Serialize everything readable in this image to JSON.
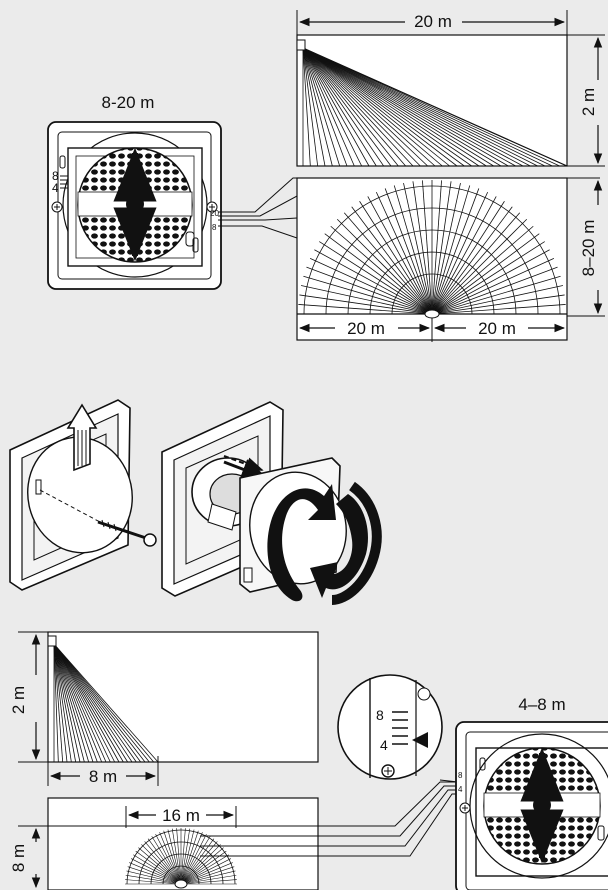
{
  "top_section": {
    "range_label": "8-20 m",
    "side_view": {
      "width_label": "20 m",
      "height_label": "2 m"
    },
    "top_view": {
      "left_width_label": "20 m",
      "right_width_label": "20 m",
      "depth_label": "8–20 m"
    },
    "sensor_scale_marks": [
      "8",
      "4"
    ],
    "sensor_side_marks": [
      "20",
      "8"
    ]
  },
  "middle_section": {
    "steps": [
      "remove-cover",
      "release-lens",
      "rotate-lens"
    ]
  },
  "bottom_section": {
    "range_label": "4–8 m",
    "side_view": {
      "width_label": "8 m",
      "height_label": "2 m"
    },
    "top_view": {
      "width_label": "16 m",
      "depth_label": "8 m"
    },
    "zoom_scale_marks": [
      "8",
      "4"
    ],
    "sensor_side_marks": [
      "8",
      "4"
    ]
  },
  "colors": {
    "background": "#ebebeb",
    "line": "#111111",
    "panel": "#ffffff"
  }
}
